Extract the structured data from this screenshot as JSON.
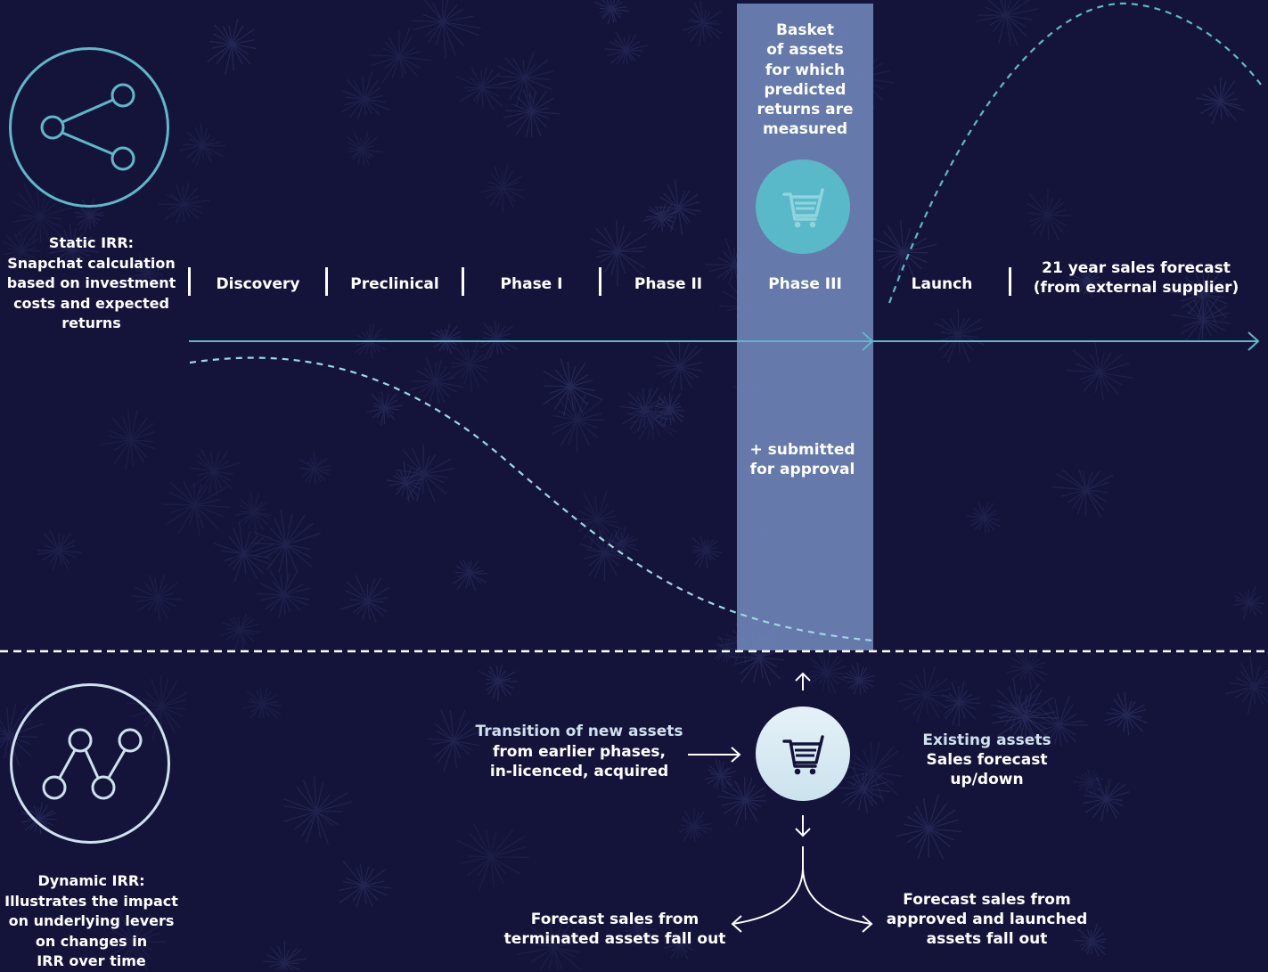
{
  "static_irr": {
    "icon": "share-icon",
    "label": "Static IRR:\nSnapchat calculation\nbased on investment\ncosts and expected\nreturns"
  },
  "dynamic_irr": {
    "icon": "line-chart-nodes-icon",
    "label": "Dynamic IRR:\nIllustrates the impact\non underlying levers\non changes in\nIRR over time"
  },
  "phases": [
    "Discovery",
    "Preclinical",
    "Phase I",
    "Phase II",
    "Phase III",
    "Launch"
  ],
  "sales_forecast_label": "21 year sales forecast\n(from external supplier)",
  "basket": {
    "label": "Basket\nof assets\nfor which\npredicted\nreturns are\nmeasured",
    "icon": "shopping-cart-icon",
    "submitted_label": "+ submitted\nfor approval"
  },
  "flow": {
    "transition_label": "Transition of new assets",
    "transition_sub": "from earlier phases,\nin-licenced, acquired",
    "existing_label": "Existing assets",
    "existing_sub": "Sales forecast\nup/down",
    "terminated_label": "Forecast sales from\nterminated assets fall out",
    "approved_label": "Forecast sales from\napproved and launched\nassets fall out",
    "cart_icon": "shopping-cart-icon"
  },
  "colors": {
    "background": "#14143b",
    "accent_teal": "#5fb8c8",
    "band": "#6e84b8",
    "cart_circle_top": "#5ab9c8",
    "cart_circle_bottom": "#d7eaf3",
    "muted_text": "#cfe1ec"
  }
}
